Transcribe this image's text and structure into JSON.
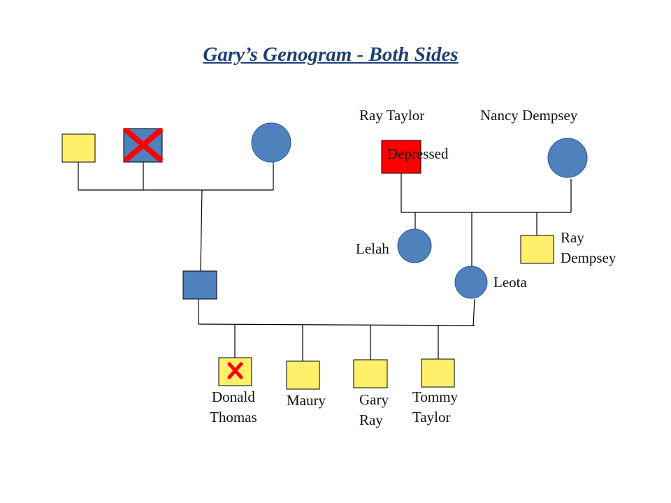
{
  "title": "Gary’s Genogram - Both Sides",
  "colors": {
    "female": "#4f81bd",
    "male_blue": "#4f81bd",
    "male_yellow": "#ffef6b",
    "depressed": "#ff0000",
    "deceased_mark": "#ff0000",
    "line": "#000000",
    "title": "#1f3f73"
  },
  "people": {
    "ray_taylor": {
      "name": "Ray Taylor",
      "note": "Depressed"
    },
    "nancy_dempsey": {
      "name": "Nancy Dempsey"
    },
    "lelah": {
      "name": "Lelah"
    },
    "ray_dempsey": {
      "line1": "Ray",
      "line2": "Dempsey"
    },
    "leota": {
      "name": "Leota"
    },
    "donald_thomas": {
      "line1": "Donald",
      "line2": "Thomas"
    },
    "maury": {
      "name": "Maury"
    },
    "gary_ray": {
      "line1": "Gary",
      "line2": "Ray"
    },
    "tommy_taylor": {
      "line1": "Tommy",
      "line2": "Taylor"
    }
  }
}
